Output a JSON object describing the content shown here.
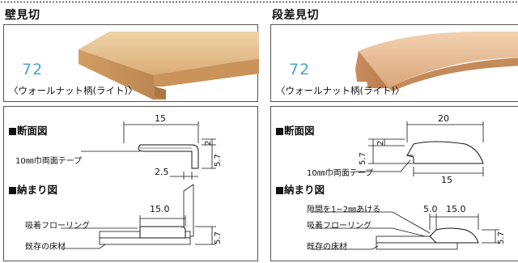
{
  "left": {
    "title": "壁見切",
    "code": "72",
    "caption": "〈ウォールナット柄(ライト)〉",
    "section_cross": "断面図",
    "section_fit": "納まり図",
    "tape_label": "10㎜巾両面テープ",
    "dim_width": "15",
    "dim_top": "2",
    "dim_height": "5.7",
    "dim_small": "2.5",
    "floor_label": "吸着フローリング",
    "existing_label": "既存の床材",
    "fit_width": "15.0",
    "fit_height": "5.7"
  },
  "right": {
    "title": "段差見切",
    "code": "72",
    "caption": "〈ウォールナット柄(ライト)〉",
    "section_cross": "断面図",
    "section_fit": "納まり図",
    "tape_label": "10㎜巾両面テープ",
    "dim_width": "20",
    "dim_top": "2",
    "dim_height": "5.7",
    "dim_inner": "15",
    "gap_label": "隙間を1~2㎜あける",
    "floor_label": "吸着フローリング",
    "existing_label": "既存の床材",
    "fit_gap": "5.0",
    "fit_width": "15.0",
    "fit_height": "5.7"
  },
  "colors": {
    "wood_light": "#e7c79b",
    "wood_mid": "#d4a873",
    "wood_dark": "#b9885a",
    "accent_code": "#4aa3d6"
  }
}
